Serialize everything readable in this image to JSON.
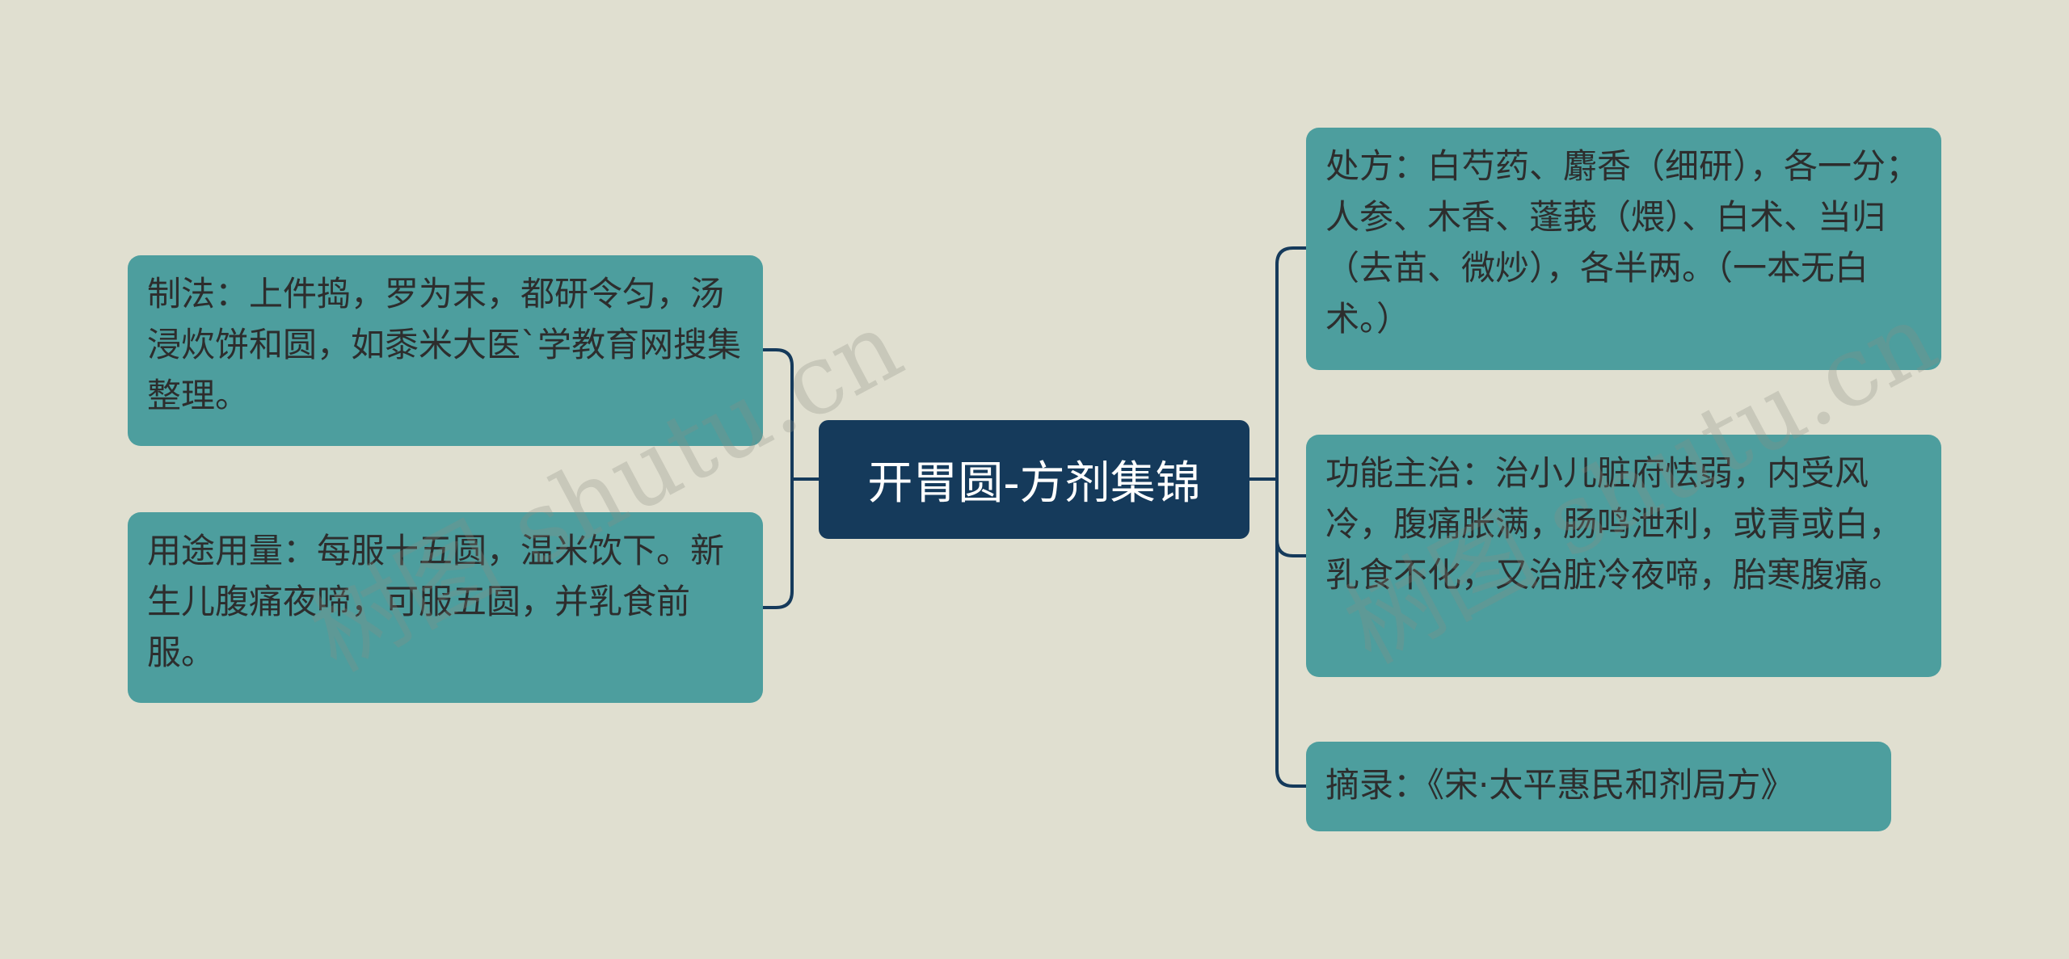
{
  "colors": {
    "background": "#e0dfd0",
    "root_fill": "#153a5b",
    "node_fill": "#4d9e9e",
    "connector": "#153a5b",
    "node_text": "#2d2d2d",
    "root_text": "#ffffff"
  },
  "root": {
    "label": "开胃圆-方剂集锦"
  },
  "left_branches": [
    {
      "text": "制法：上件捣，罗为末，都研令匀，汤浸炊饼和圆，如黍米大医`学教育网搜集整理。"
    },
    {
      "text": "用途用量：每服十五圆，温米饮下。新生儿腹痛夜啼，可服五圆，并乳食前服。"
    }
  ],
  "right_branches": [
    {
      "text": "处方：白芍药、麝香（细研），各一分；人参、木香、蓬莪（煨）、白术、当归（去苗、微炒），各半两。（一本无白术。）"
    },
    {
      "text": "功能主治：治小儿脏府怯弱，内受风冷，腹痛胀满，肠鸣泄利，或青或白，乳食不化，又治脏冷夜啼，胎寒腹痛。"
    },
    {
      "text": "摘录：《宋·太平惠民和剂局方》"
    }
  ],
  "watermark": {
    "text": "树图 shutu.cn"
  }
}
